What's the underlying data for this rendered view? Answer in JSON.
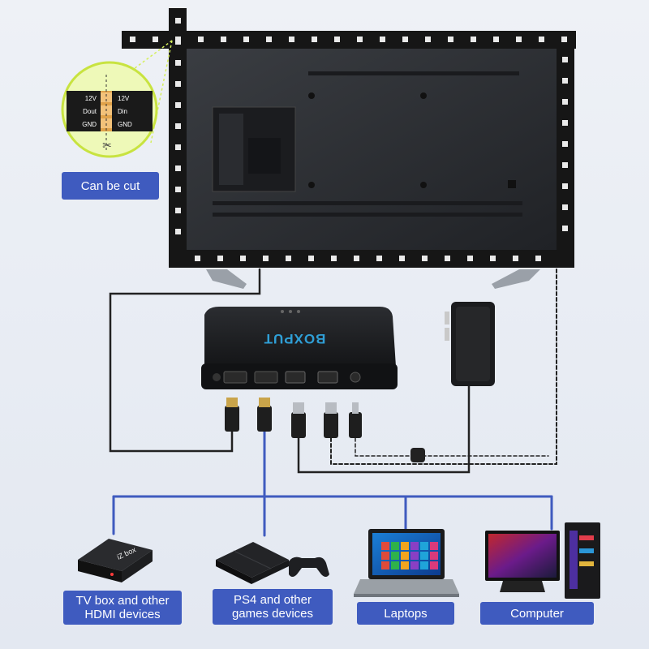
{
  "callout": {
    "label": "Can be cut"
  },
  "strip_pins": {
    "left": [
      "12V",
      "Dout",
      "GND"
    ],
    "right": [
      "12V",
      "Din",
      "GND"
    ]
  },
  "hub": {
    "brand": "BOXPUT"
  },
  "devices": [
    {
      "id": "tvbox",
      "label_line1": "TV box and other",
      "label_line2": "HDMI devices",
      "brand": "iZ box"
    },
    {
      "id": "ps4",
      "label_line1": "PS4 and other",
      "label_line2": "games devices"
    },
    {
      "id": "laptop",
      "label_line1": "Laptops"
    },
    {
      "id": "computer",
      "label_line1": "Computer"
    }
  ],
  "colors": {
    "label_bg": "#3f5bbf",
    "cable_blue": "#3f5bbf",
    "cable_black": "#222222",
    "zoom_bg": "#eef9b8"
  }
}
